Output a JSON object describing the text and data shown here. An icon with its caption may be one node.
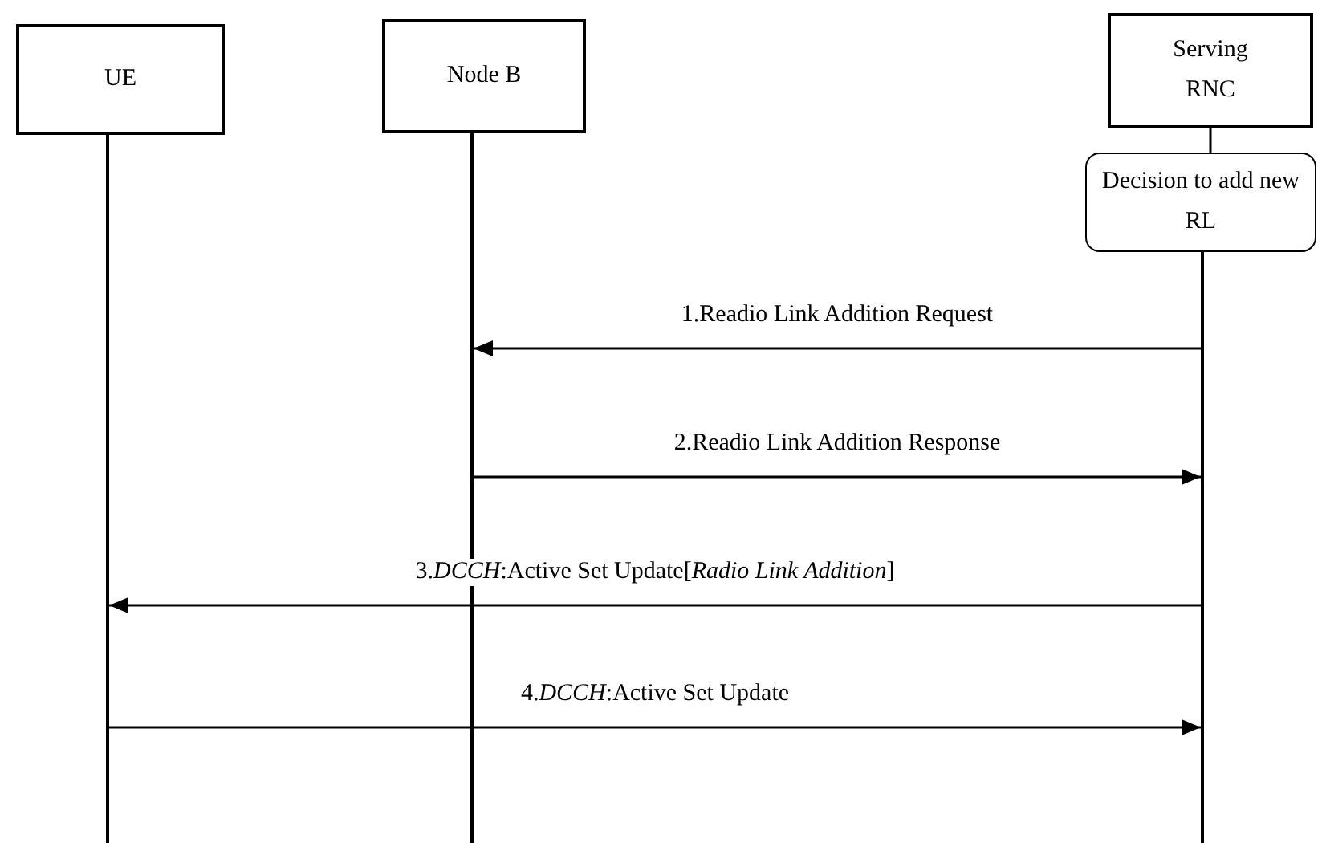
{
  "diagram": {
    "nodes": [
      {
        "text": [
          "UE"
        ]
      },
      {
        "text": [
          "Node B"
        ]
      },
      {
        "text": [
          "Serving RNC"
        ]
      },
      {
        "text": [
          "Decision to add new RL"
        ]
      },
      {
        "text": [],
        "shape": "bar"
      },
      {
        "text": [],
        "shape": "bar"
      },
      {
        "text": [],
        "shape": "bar"
      }
    ],
    "edges": [
      {
        "from": 2,
        "to": 3,
        "arrow": "none"
      },
      {
        "from": 6,
        "to": 5,
        "arrow": "to",
        "label": "1.Readio Link Addition Request"
      },
      {
        "from": 5,
        "to": 6,
        "arrow": "to",
        "label": "2.Readio Link Addition Response"
      },
      {
        "from": 6,
        "to": 4,
        "arrow": "to",
        "label": "3.*DCCH*:Active Set Update[*Radio Link Addition*]"
      },
      {
        "from": 4,
        "to": 6,
        "arrow": "to",
        "label": "4.*DCCH*:Active Set Update"
      }
    ]
  }
}
